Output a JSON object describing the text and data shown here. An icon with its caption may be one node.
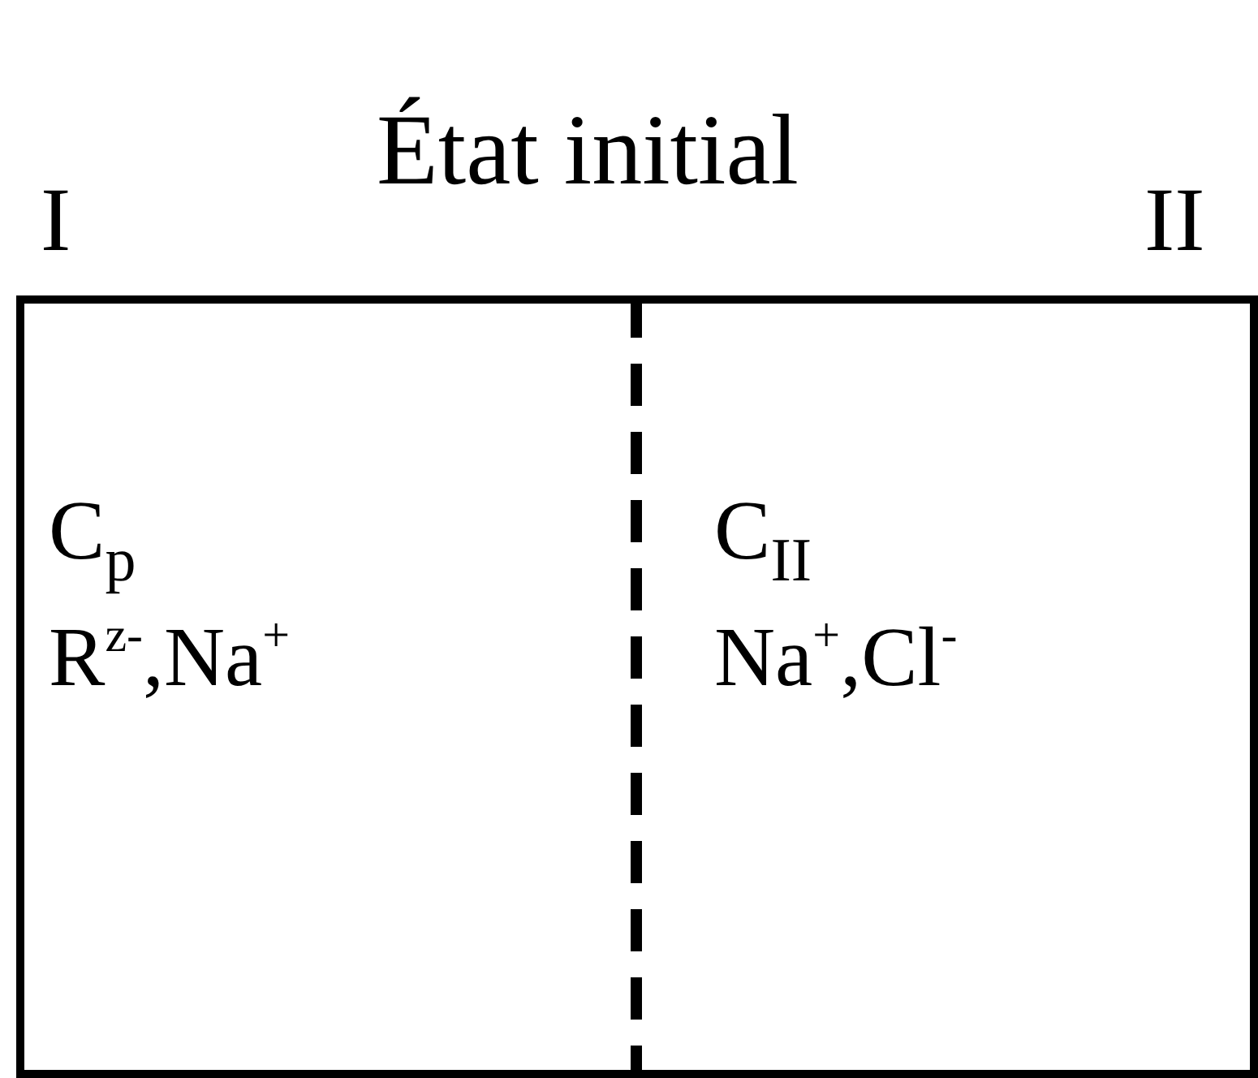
{
  "diagram": {
    "title": "État initial",
    "nodes": [
      {
        "text": [
          "C$_{p}$",
          "R$^{z-}$,Na$^{+}$"
        ],
        "beside": [
          "I"
        ]
      },
      {
        "text": [
          "C$_{II}$",
          "Na$^{+}$,Cl$^{-}$"
        ],
        "beside": [
          "II"
        ]
      }
    ]
  }
}
